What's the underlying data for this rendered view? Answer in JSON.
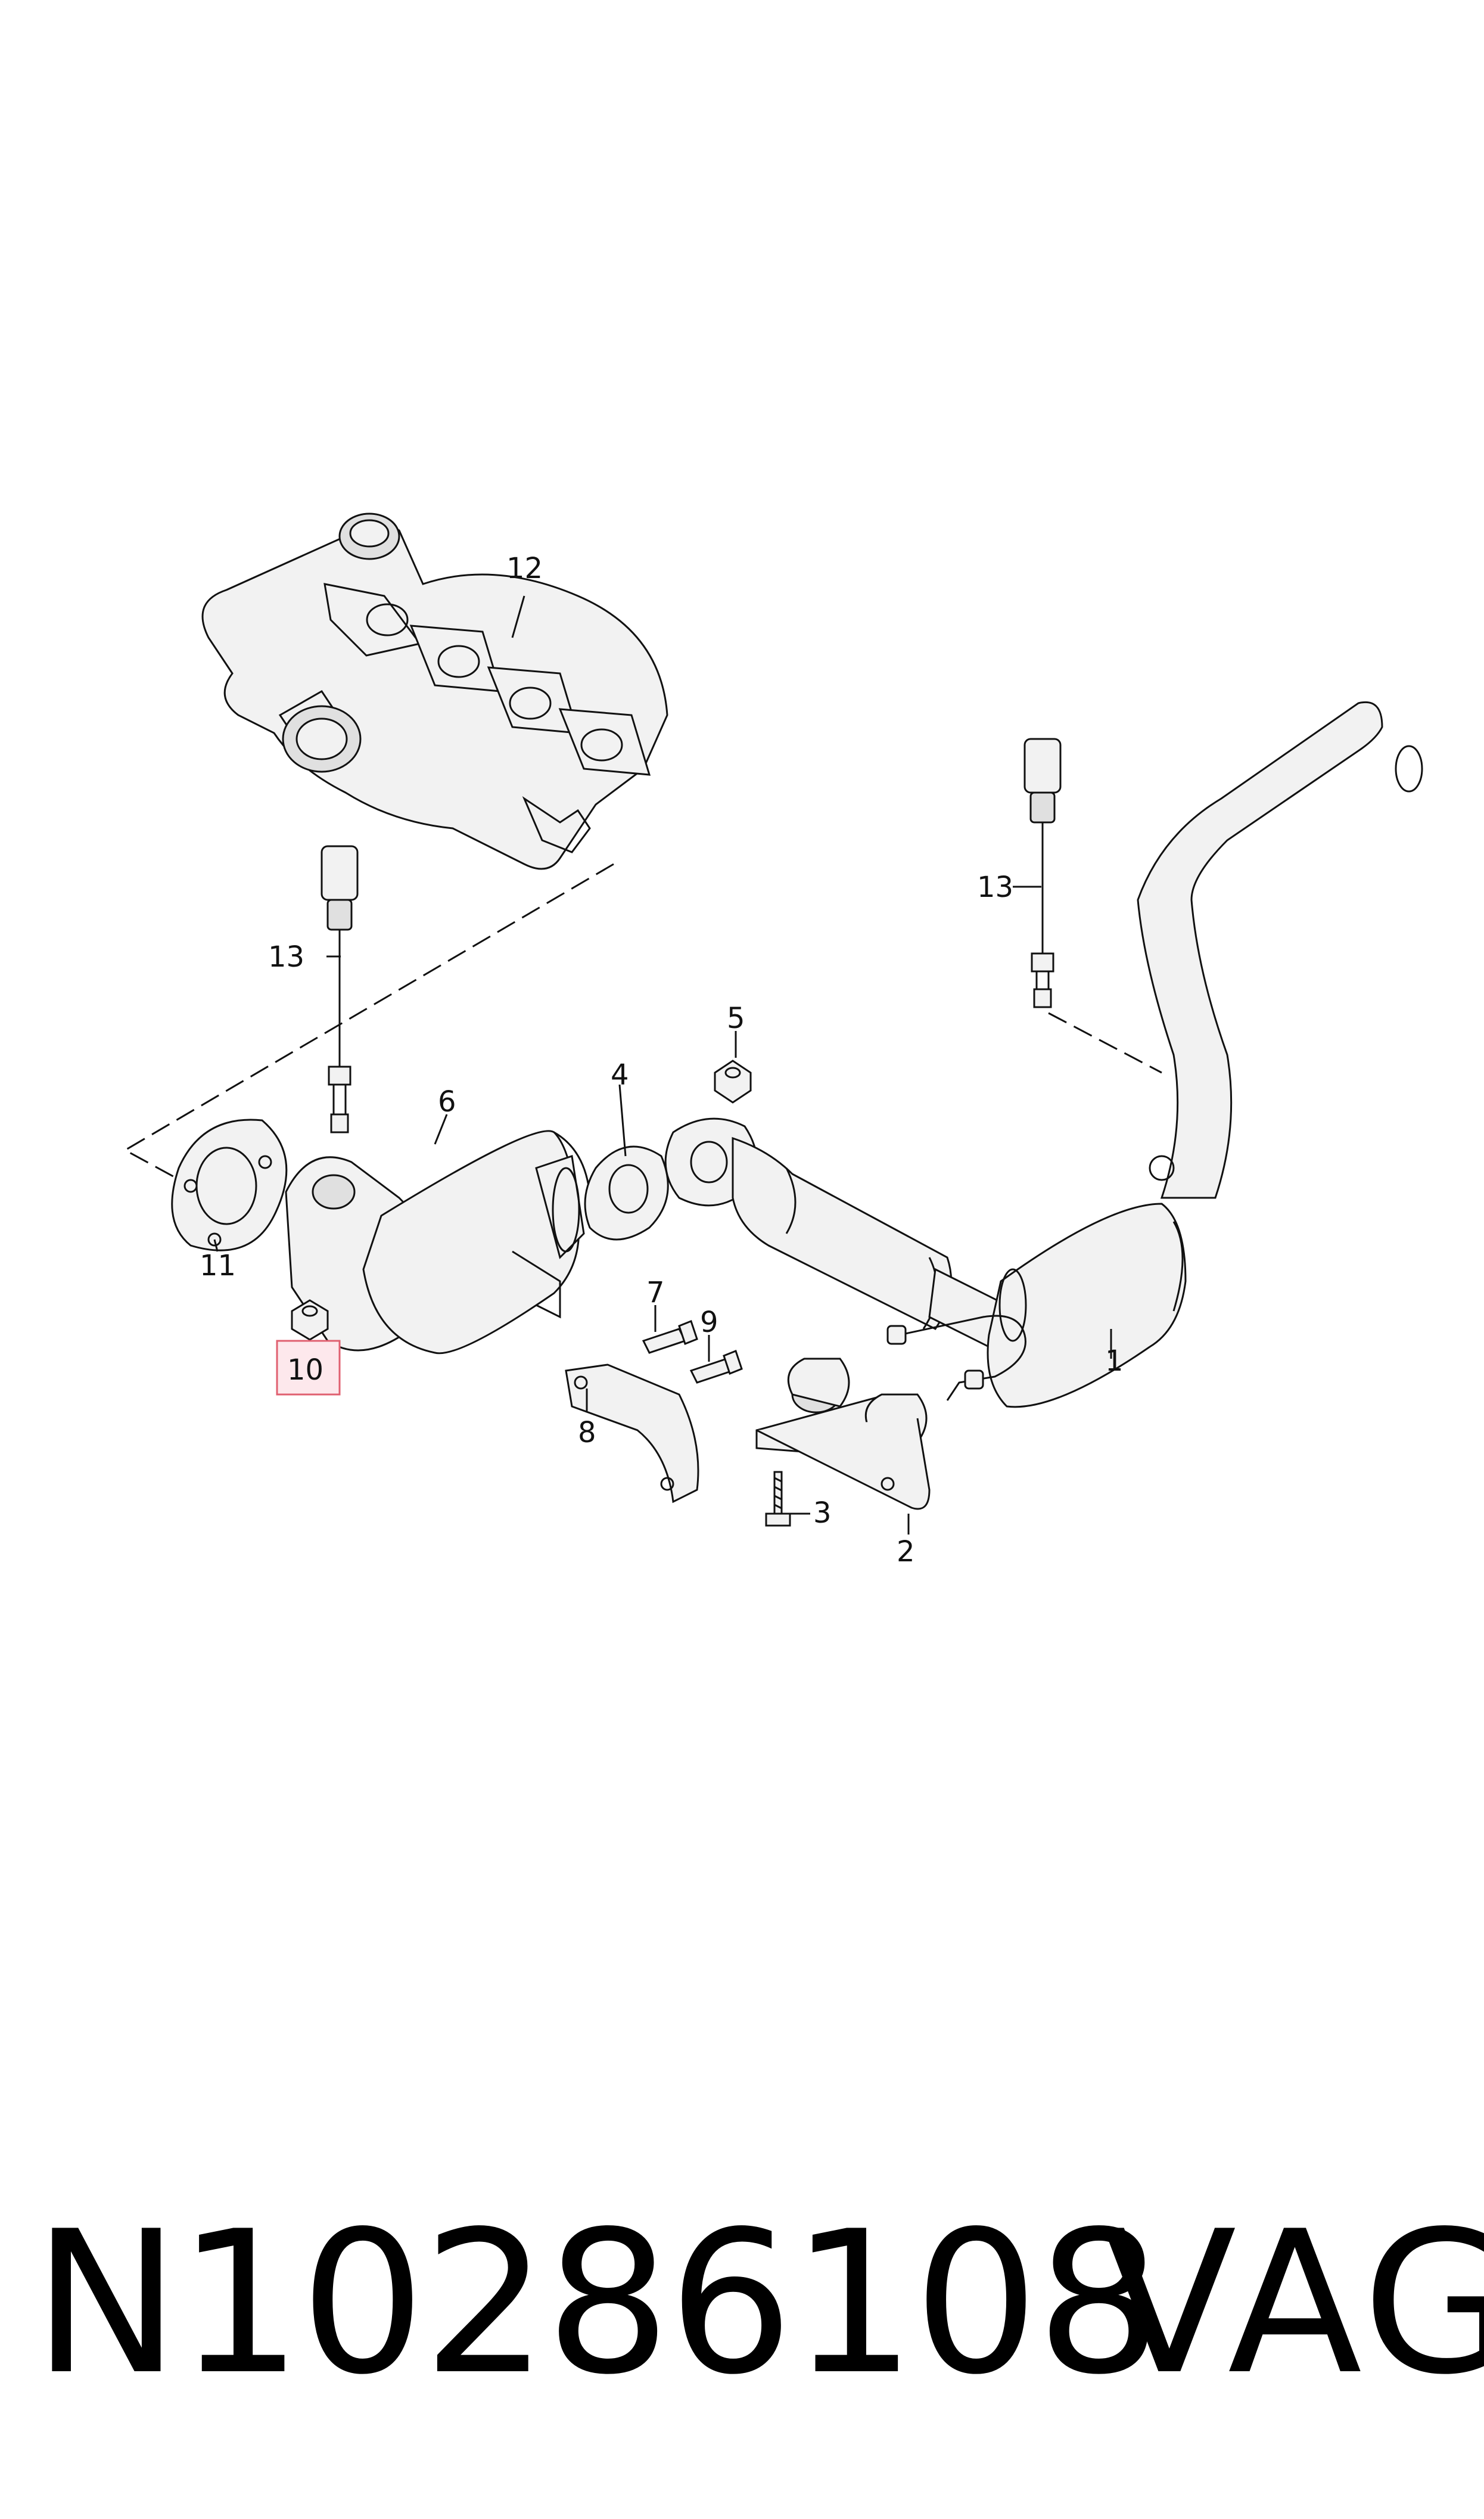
{
  "callouts": {
    "c1": "1",
    "c2": "2",
    "c3": "3",
    "c4": "4",
    "c5": "5",
    "c6": "6",
    "c7": "7",
    "c8": "8",
    "c9": "9",
    "c10": "10",
    "c11": "11",
    "c12": "12",
    "c13a": "13",
    "c13b": "13"
  },
  "highlighted_callout": "10",
  "highlight_color": "#e06070",
  "footer": {
    "part_number": "N10286108",
    "brand": "VAG"
  }
}
